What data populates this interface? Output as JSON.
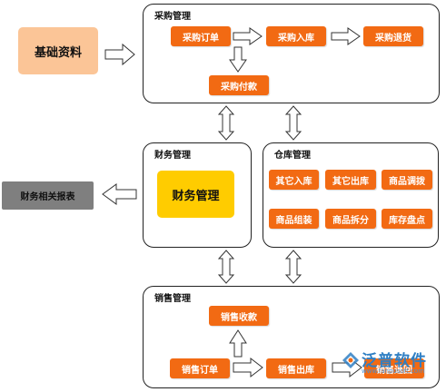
{
  "diagram": {
    "basic_data": "基础资料",
    "finance_reports": "财务相关报表",
    "procurement": {
      "title": "采购管理",
      "order": "采购订单",
      "receipt": "采购入库",
      "return": "采购退货",
      "payment": "采购付款"
    },
    "finance": {
      "title": "财务管理",
      "center": "财务管理"
    },
    "warehouse": {
      "title": "仓库管理",
      "other_in": "其它入库",
      "other_out": "其它出库",
      "transfer": "商品调拨",
      "assemble": "商品组装",
      "split": "商品拆分",
      "stocktake": "库存盘点"
    },
    "sales": {
      "title": "销售管理",
      "collection": "销售收款",
      "order": "销售订单",
      "outbound": "销售出库",
      "return": "销售退回"
    }
  },
  "watermark": {
    "brand": "泛普软件",
    "url": "www.fanpusoft.com"
  },
  "colors": {
    "node": "#f26a13",
    "basic_data": "#fbc597",
    "finance_center": "#ffcc00",
    "finance_reports": "#7f7f7f",
    "watermark": "#2f7fc4"
  }
}
